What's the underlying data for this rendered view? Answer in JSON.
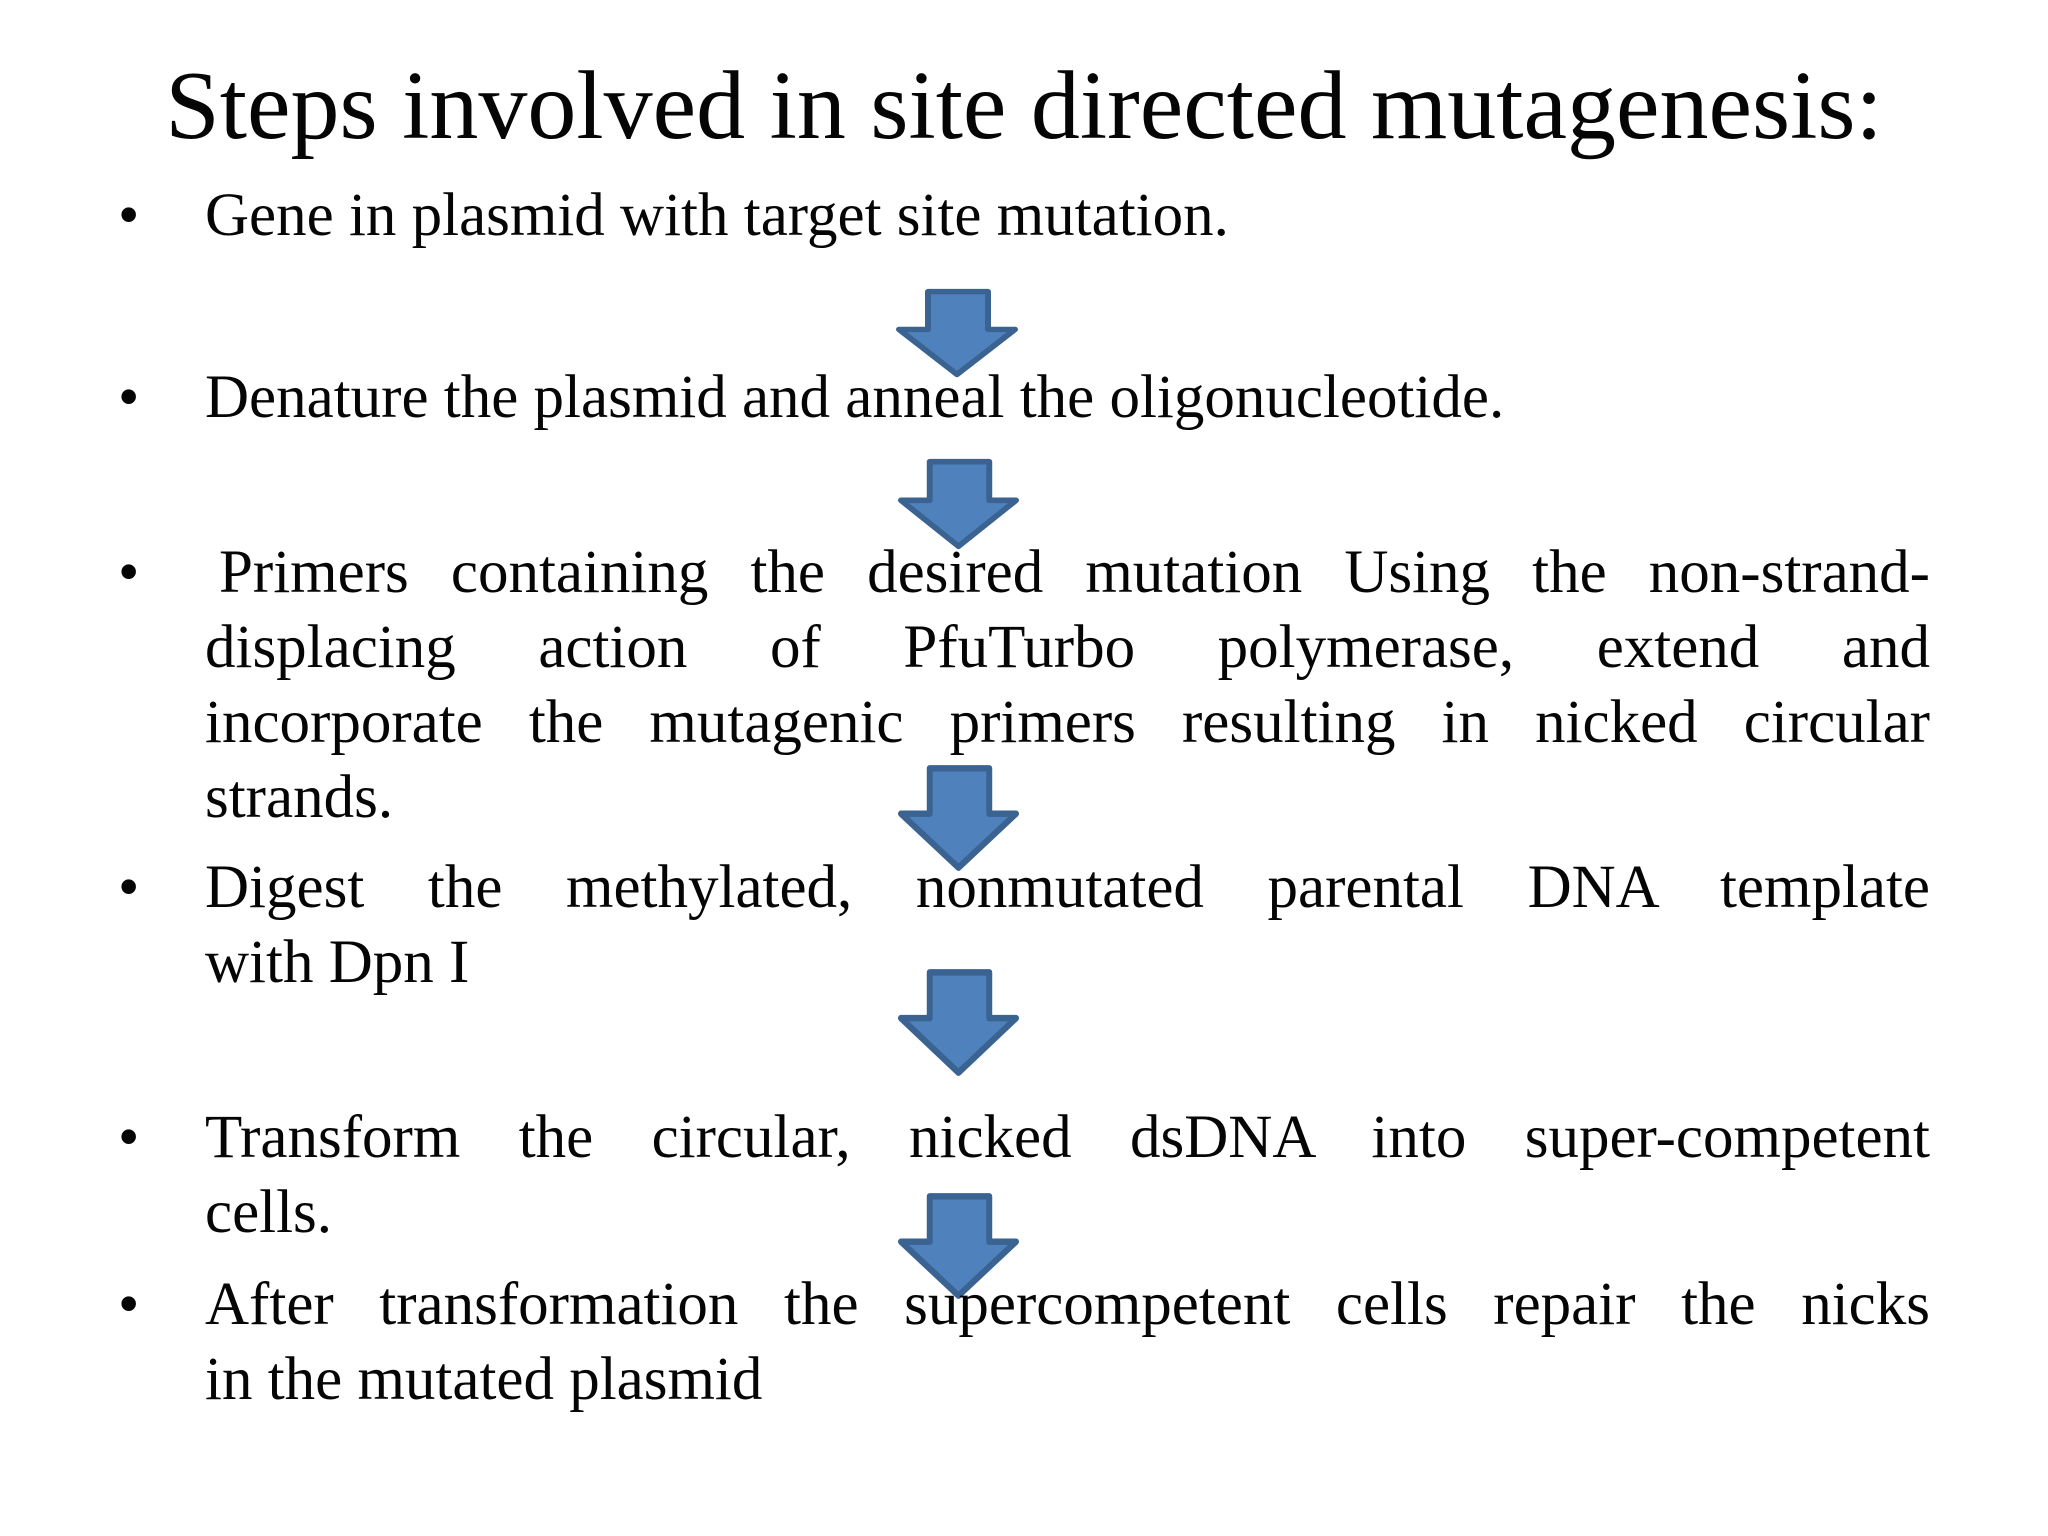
{
  "slide": {
    "title": "Steps involved in site directed mutagenesis:",
    "bullet_char": "•",
    "bullets": [
      {
        "lines": [
          "Gene in plasmid with target site mutation."
        ]
      },
      {
        "lines": [
          "Denature the plasmid and anneal the oligonucleotide."
        ]
      },
      {
        "lines": [
          "Primers containing the desired mutation Using the non-strand-",
          "displacing action of PfuTurbo polymerase, extend and",
          "incorporate the mutagenic primers resulting in nicked circular",
          "strands."
        ]
      },
      {
        "lines": [
          "Digest the methylated, nonmutated parental DNA template",
          "with Dpn I"
        ]
      },
      {
        "lines": [
          "Transform the circular, nicked dsDNA into super-competent",
          "cells."
        ]
      },
      {
        "lines": [
          "After transformation the supercompetent cells repair the nicks",
          "in the mutated plasmid"
        ]
      }
    ],
    "arrow": {
      "label": "down-arrow",
      "count": 5,
      "fill": "#4f81bd",
      "stroke": "#3a6391"
    }
  }
}
